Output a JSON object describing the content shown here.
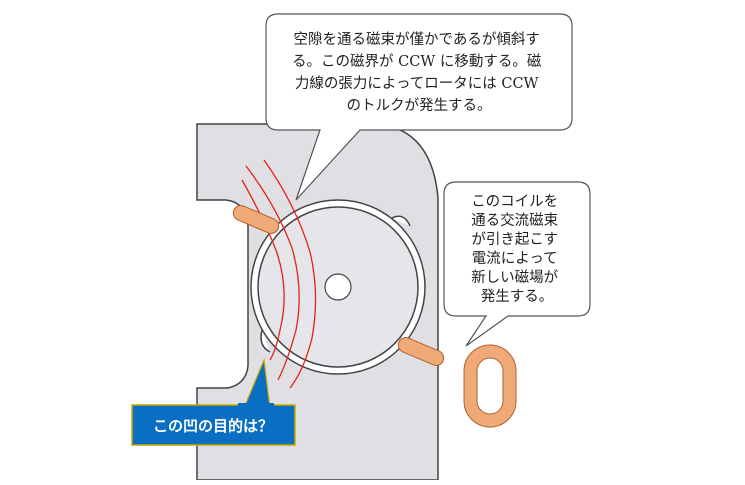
{
  "callouts": {
    "top": {
      "lines": [
        "空隙を通る磁束が僅かであるが傾斜す",
        "る。この磁界が CCW に移動する。磁",
        "力線の張力によってロータには CCW",
        "のトルクが発生する。"
      ]
    },
    "right": {
      "lines": [
        "このコイルを",
        "通る交流磁束",
        "が引き起こす",
        "電流によって",
        "新しい磁場が",
        "発生する。"
      ]
    },
    "question": {
      "text": "この凹の目的は？"
    }
  },
  "colors": {
    "stator": "#e0e0e4",
    "stator_outline": "#444444",
    "rotor": "#e6e6ea",
    "flux_lines": "#e8201a",
    "shading_coil": "#f0aa78",
    "shading_coil_outline": "#b06030",
    "question_box": "#0a6fc2",
    "question_border": "#c8a800"
  }
}
